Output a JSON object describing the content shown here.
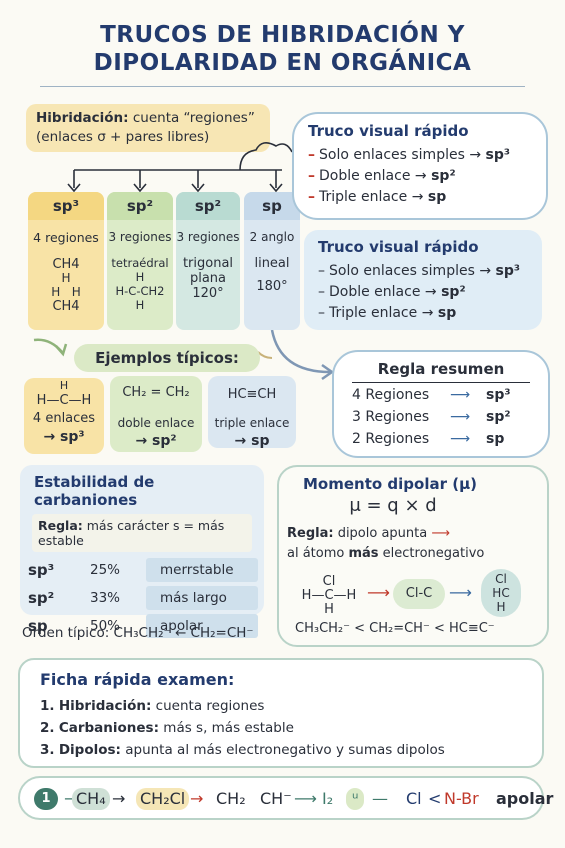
{
  "title": {
    "line1": "TRUCOS DE HIBRIDACIÓN Y",
    "line2": "DIPOLARIDAD EN ORGÁNICA"
  },
  "hybridization": {
    "label_bold": "Hibridación:",
    "label_rest": " cuenta “regiones”",
    "subtitle": "(enlaces σ + pares libres)"
  },
  "columns": [
    {
      "head": "sp³",
      "regions": "4 regiones",
      "desc1": "CH4",
      "desc2": "H",
      "desc3": "H   H",
      "desc4": "CH4"
    },
    {
      "head": "sp²",
      "regions": "3 regiones",
      "desc1": "tetraédral",
      "desc2": "H",
      "desc3": "H-C-CH2",
      "desc4": "H"
    },
    {
      "head": "sp²",
      "regions": "3 regiones",
      "desc1": "trigonal",
      "desc2": "plana",
      "desc3": "120°",
      "desc4": ""
    },
    {
      "head": "sp",
      "regions": "2 anglo",
      "desc1": "lineal",
      "desc2": "",
      "desc3": "180°",
      "desc4": ""
    }
  ],
  "truco1": {
    "title": "Truco  visual rápido",
    "lines": [
      {
        "text": "Solo enlaces simples → ",
        "bold": "sp³"
      },
      {
        "text": "Doble enlace → ",
        "bold": "sp²"
      },
      {
        "text": "Triple enlace → ",
        "bold": "sp"
      }
    ]
  },
  "truco2": {
    "title": "Truco visual rápido",
    "lines": [
      {
        "text": "Solo enlaces simples → ",
        "bold": "sp³"
      },
      {
        "text": "Doble enlace → ",
        "bold": "sp²"
      },
      {
        "text": "Triple enlace → ",
        "bold": "sp"
      }
    ]
  },
  "ejemplos": {
    "label": "Ejemplos típicos:",
    "items": [
      {
        "formula_top": "H",
        "formula": "H—C—H",
        "line": "4 enlaces",
        "result": "→ sp³"
      },
      {
        "formula": "CH₂ = CH₂",
        "line": "doble enlace",
        "result": "→ sp²"
      },
      {
        "formula": "HC≡CH",
        "line": "triple enlace",
        "result": "→ sp"
      }
    ]
  },
  "regla_resumen": {
    "title": "Regla resumen",
    "rows": [
      {
        "text": "4 Regiones",
        "bold": "sp³"
      },
      {
        "text": "3 Regiones",
        "bold": "sp²"
      },
      {
        "text": "2 Regiones",
        "bold": "sp"
      }
    ]
  },
  "estabilidad": {
    "title": "Estabilidad de carbaniones",
    "rule_bold": "Regla:",
    "rule_rest": " más carácter s = más estable",
    "rows": [
      {
        "hyb": "sp³",
        "pct": "25%",
        "desc": "merrstable"
      },
      {
        "hyb": "sp²",
        "pct": "33%",
        "desc": "más largo"
      },
      {
        "hyb": "sp",
        "pct": "50%",
        "desc": "apolar"
      }
    ]
  },
  "orden": {
    "label": "Orden típico: ",
    "formula": "CH₃CH₂⁻ ← CH₂=CH⁻"
  },
  "dipolo": {
    "title": "Momento dipolar (μ)",
    "formula": "μ = q × d",
    "rule_bold": "Regla:",
    "rule_rest": " dipolo apunta",
    "rule_line2_pre": "al átomo ",
    "rule_line2_bold": "más",
    "rule_line2_post": " electronegativo",
    "mol1_top": "Cl",
    "mol1_mid": "H—C—H",
    "mol1_bot": "H",
    "mol2": "Cl-C",
    "mol3_top": "Cl",
    "mol3_mid": "HC",
    "mol3_bot": "H",
    "series": "CH₃CH₂⁻ < CH₂=CH⁻ < HC≡C⁻"
  },
  "ficha": {
    "title": "Ficha rápida examen:",
    "items": [
      {
        "num": "1.",
        "bold": "Hibridación:",
        "rest": " cuenta regiones"
      },
      {
        "num": "2.",
        "bold": "Carbaniones:",
        "rest": " más s, más estable"
      },
      {
        "num": "3.",
        "bold": "Dipolos:",
        "rest": " apunta al más electronegativo y sumas dipolos"
      }
    ]
  },
  "bottom": {
    "num": "1",
    "t1": "CH₄",
    "t2": "CH₂Cl",
    "t3": "CH₂",
    "t4": "CH⁻",
    "t5": "I₂",
    "t6": "ᵘ",
    "t7": "Cl",
    "t8": "<",
    "t9": "N-Br",
    "t10": "apolar"
  },
  "colors": {
    "navy": "#233b6e",
    "yellow": "#f7e6b4",
    "green": "#dbe9c6",
    "blue": "#cfe1ee",
    "red": "#c0392b"
  }
}
